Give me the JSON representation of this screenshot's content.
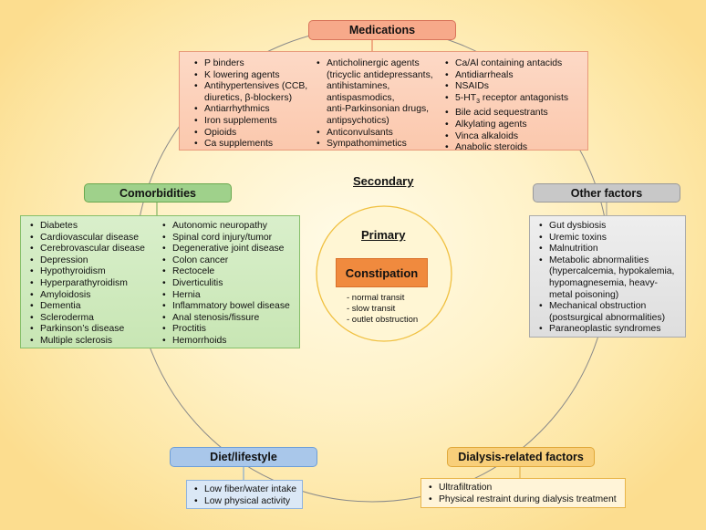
{
  "center": {
    "secondary_label": "Secondary",
    "primary_label": "Primary",
    "constipation_label": "Constipation",
    "subtypes": [
      "- normal transit",
      "- slow transit",
      "- outlet obstruction"
    ]
  },
  "medications": {
    "title": "Medications",
    "col1": [
      "P binders",
      "K lowering agents",
      "Antihypertensives (CCB,",
      "diuretics, β-blockers)",
      "Antiarrhythmics",
      "Iron supplements",
      "Opioids",
      "Ca supplements"
    ],
    "col2": [
      "Anticholinergic agents",
      "(tricyclic antidepressants,",
      "antihistamines,",
      "antispasmodics,",
      "anti-Parkinsonian drugs,",
      "antipsychotics)",
      "Anticonvulsants",
      "Sympathomimetics"
    ],
    "col3": [
      "Ca/Al containing antacids",
      "Antidiarrheals",
      "NSAIDs",
      "5-HT",
      "Bile acid sequestrants",
      "Alkylating agents",
      "Vinca alkaloids",
      "Anabolic steroids"
    ],
    "col3_5ht_sub": "3",
    "col3_5ht_rest": " receptor antagonists"
  },
  "comorbidities": {
    "title": "Comorbidities",
    "col1": [
      "Diabetes",
      "Cardiovascular disease",
      "Cerebrovascular disease",
      "Depression",
      "Hypothyroidism",
      "Hyperparathyroidism",
      "Amyloidosis",
      "Dementia",
      "Scleroderma",
      "Parkinson’s disease",
      "Multiple sclerosis"
    ],
    "col2": [
      "Autonomic neuropathy",
      "Spinal cord injury/tumor",
      "Degenerative joint disease",
      "Colon cancer",
      "Rectocele",
      "Diverticulitis",
      "Hernia",
      "Inflammatory bowel disease",
      "Anal stenosis/fissure",
      "Proctitis",
      "Hemorrhoids"
    ]
  },
  "other_factors": {
    "title": "Other factors",
    "items": [
      "Gut dysbiosis",
      "Uremic toxins",
      "Malnutrition",
      "Metabolic abnormalities",
      "(hypercalcemia, hypokalemia,",
      "hypomagnesemia, heavy-",
      "metal poisoning)",
      "Mechanical obstruction",
      "(postsurgical abnormalities)",
      "Paraneoplastic syndromes"
    ]
  },
  "diet": {
    "title": "Diet/lifestyle",
    "items": [
      "Low fiber/water intake",
      "Low physical activity"
    ]
  },
  "dialysis": {
    "title": "Dialysis-related factors",
    "items": [
      "Ultrafiltration",
      "Physical restraint during dialysis treatment"
    ]
  },
  "colors": {
    "medications_header": "#f7a98a",
    "medications_box": "#fbd0b8",
    "comorbidities_header": "#9fd18b",
    "comorbidities_box": "#d5ecc6",
    "other_header": "#c8c8c8",
    "other_box": "#e6e6e6",
    "diet_header": "#a9c7ea",
    "diet_box": "#dbe8f6",
    "dialysis_header": "#f8cf7a",
    "constipation_box": "#f08a3e"
  }
}
